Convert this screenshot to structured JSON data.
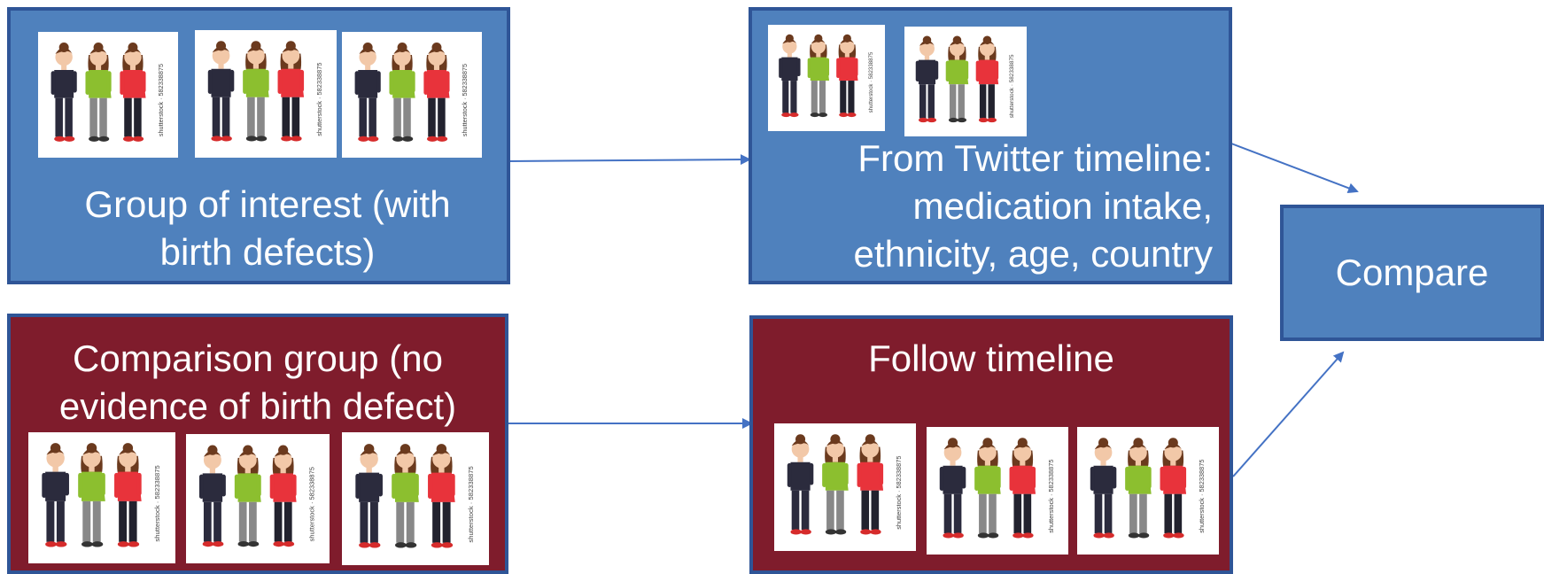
{
  "boxes": {
    "interest": {
      "label": "Group of interest (with birth defects)"
    },
    "twitter": {
      "label_lines": [
        "From Twitter timeline:",
        "medication intake,",
        "ethnicity, age, country"
      ]
    },
    "comparison": {
      "label_lines": [
        "Comparison group (no",
        "evidence of birth defect)"
      ]
    },
    "follow": {
      "label": "Follow timeline"
    },
    "compare": {
      "label": "Compare"
    }
  },
  "stock_watermark": "shutterstock · 582338875",
  "colors": {
    "blue_fill": "#4f81bd",
    "blue_border": "#2f5597",
    "red_fill": "#7f1c2c",
    "arrow": "#4472c4"
  }
}
